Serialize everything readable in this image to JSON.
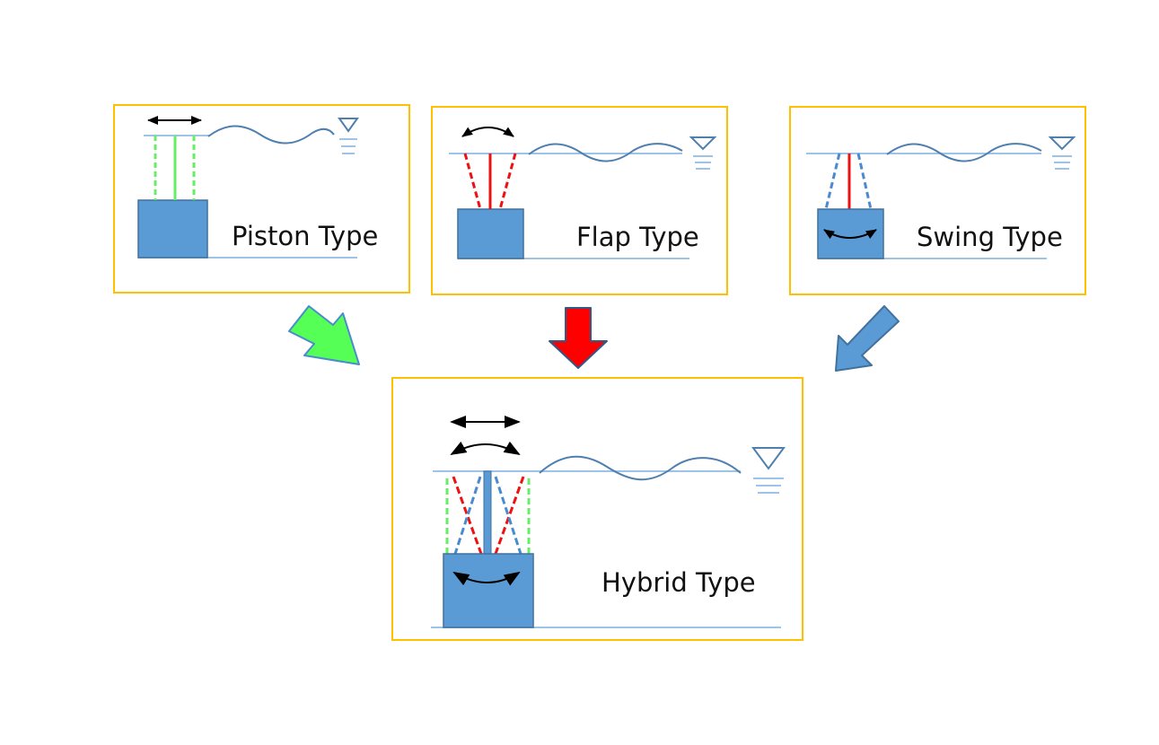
{
  "panels": {
    "piston": {
      "label": "Piston Type"
    },
    "flap": {
      "label": "Flap Type"
    },
    "swing": {
      "label": "Swing Type"
    },
    "hybrid": {
      "label": "Hybrid Type"
    }
  },
  "colors": {
    "panel_border": "#FFC000",
    "block_fill": "#5B9BD5",
    "block_stroke": "#41719C",
    "water_line": "#9DC3E6",
    "wave": "#4F7FAF",
    "piston_dash": "#66EE66",
    "flap_line": "#EE1111",
    "swing_dash": "#4A8BD0",
    "arrow_piston": "#55FF55",
    "arrow_flap": "#FF0000",
    "arrow_swing": "#5B9BD5"
  },
  "icons": {
    "water_level": "inverted-triangle-icon",
    "horizontal_motion": "double-headed-arrow-icon",
    "rotation": "curved-double-arrow-icon"
  }
}
